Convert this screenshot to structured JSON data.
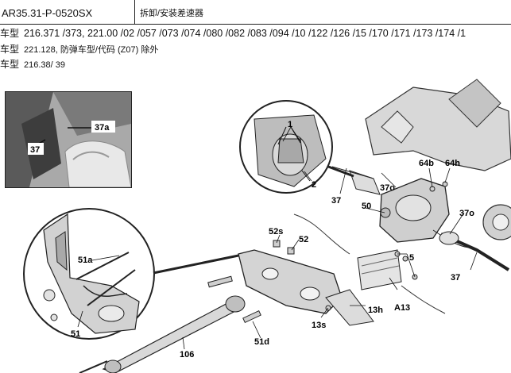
{
  "header": {
    "ref": "AR35.31-P-0520SX",
    "title": "拆卸/安装差速器"
  },
  "models": [
    {
      "label": "车型",
      "value": "216.371 /373, 221.00 /02 /057 /073 /074 /080 /082 /083 /094 /10 /122 /126 /15 /170 /171 /173 /174 /1"
    },
    {
      "label": "车型",
      "value": "221.128, 防弹车型/代码 (Z07) 除外"
    },
    {
      "label": "车型",
      "value": "216.38/ 39"
    }
  ],
  "inset_labels": [
    "37a",
    "37"
  ],
  "callouts": {
    "c1": "1",
    "c2": "2",
    "c37": "37",
    "c37o": "37o",
    "c37o2": "37o",
    "c37b": "37",
    "c50": "50",
    "c64b": "64b",
    "c64h": "64h",
    "c52s": "52s",
    "c52": "52",
    "c5": "5",
    "c51a": "51a",
    "c51": "51",
    "c13h": "13h",
    "c13s": "13s",
    "cA13": "A13",
    "c51d": "51d",
    "c106": "106"
  }
}
